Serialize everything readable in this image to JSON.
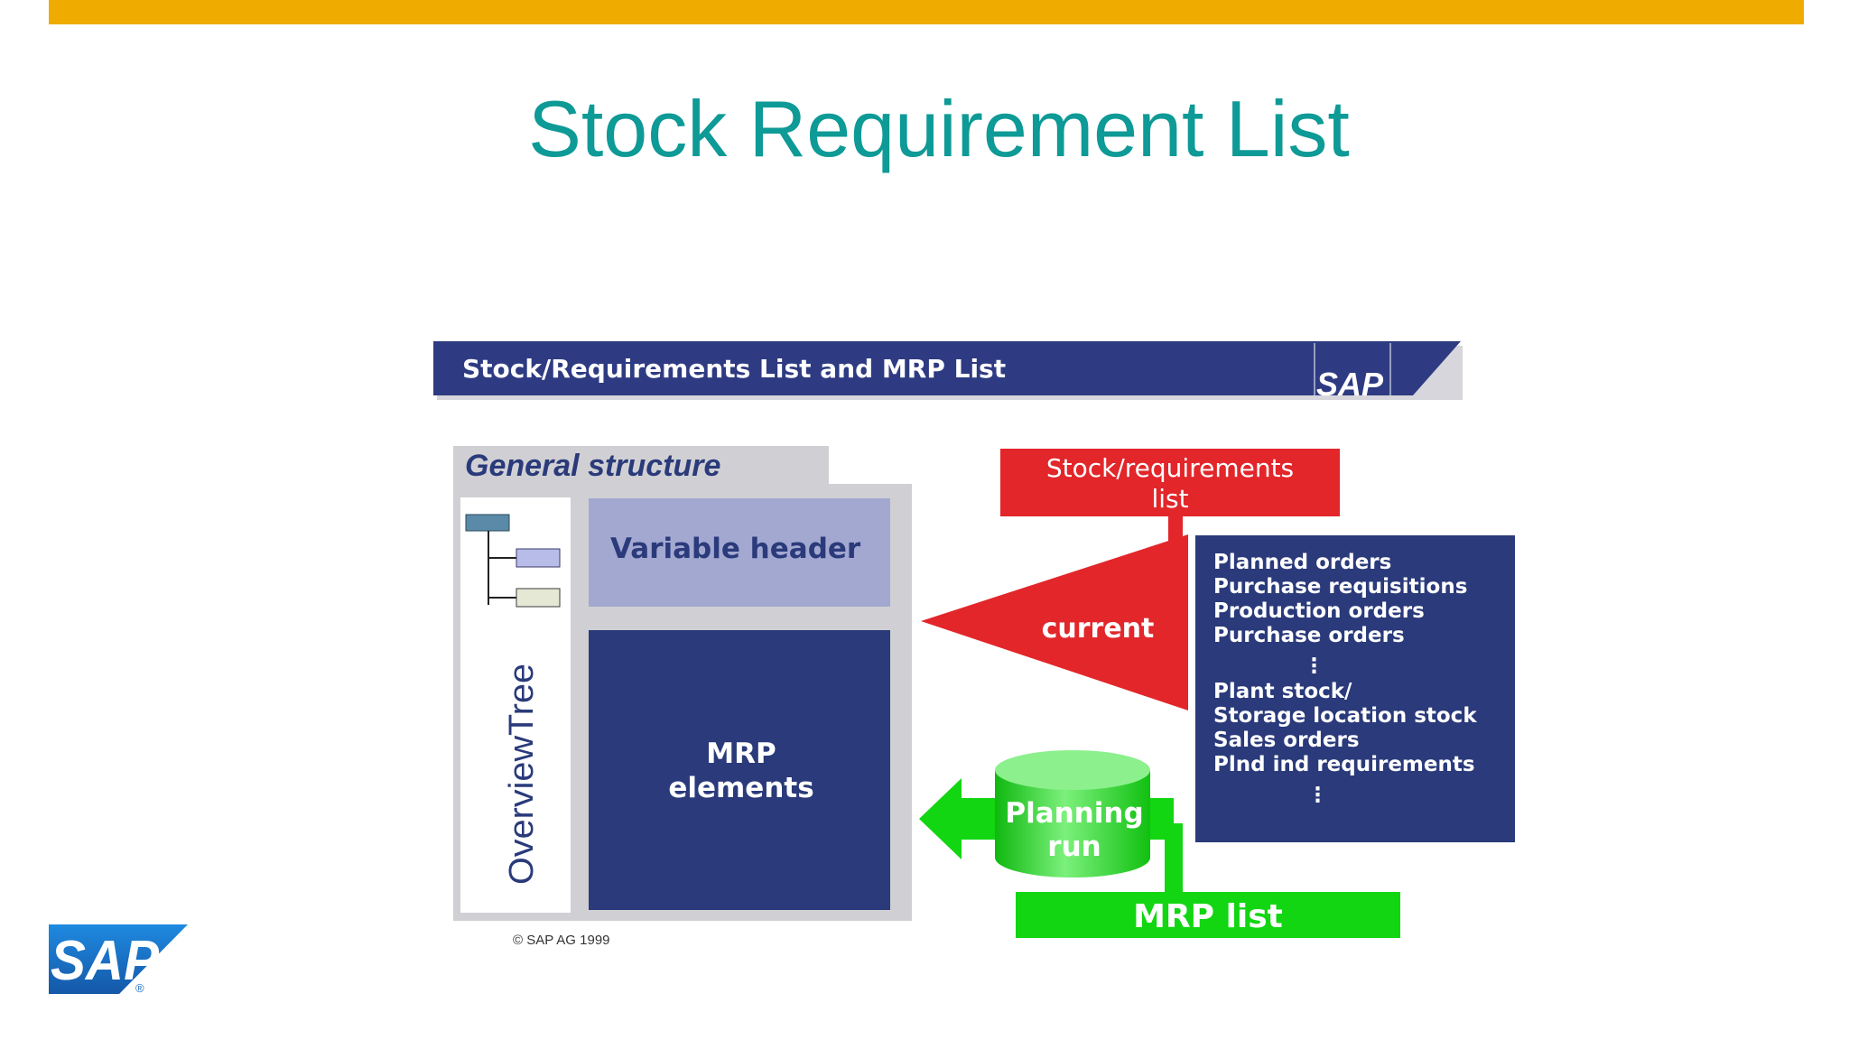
{
  "slide": {
    "title": "Stock Requirement List",
    "top_bar_color": "#f0ab00"
  },
  "diagram": {
    "banner_title": "Stock/Requirements List and MRP List",
    "banner_logo": "SAP",
    "general_structure": "General structure",
    "variable_header": "Variable header",
    "mrp_elements_line1": "MRP",
    "mrp_elements_line2": "elements",
    "overview_tree": "OverviewTree",
    "stock_req_line1": "Stock/requirements",
    "stock_req_line2": "list",
    "current": "current",
    "planning_line1": "Planning",
    "planning_line2": "run",
    "mrp_list": "MRP list",
    "elements": [
      "Planned orders",
      "Purchase requisitions",
      "Production orders",
      "Purchase orders",
      "Plant stock/",
      "Storage location stock",
      "Sales orders",
      "Plnd ind requirements"
    ],
    "ellipsis": "⋮",
    "copyright": "©  SAP AG 1999"
  },
  "footer": {
    "logo_text": "SAP",
    "logo_mark": "®"
  },
  "colors": {
    "title": "#0e9a96",
    "navy": "#2a3a7a",
    "red": "#e2262a",
    "green": "#12d612",
    "lavender": "#a3a8d1",
    "sap_blue": "#1b72c0"
  }
}
